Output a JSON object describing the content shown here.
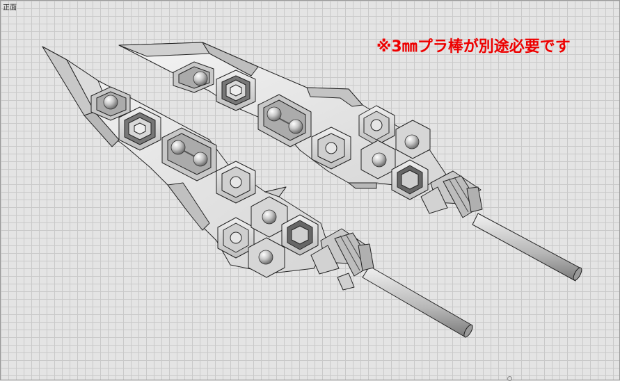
{
  "viewport": {
    "view_name": "正面",
    "annotation_text": "※3㎜プラ棒が別途必要です",
    "annotation_color": "#ee0000",
    "grid_color": "#c9c9c9",
    "background_color": "#e4e4e4"
  },
  "model": {
    "parts": [
      "blade-upper",
      "blade-lower"
    ],
    "icons": {
      "hex-socket": "hexagon",
      "ball-joint": "sphere",
      "rod": "cylinder"
    }
  }
}
